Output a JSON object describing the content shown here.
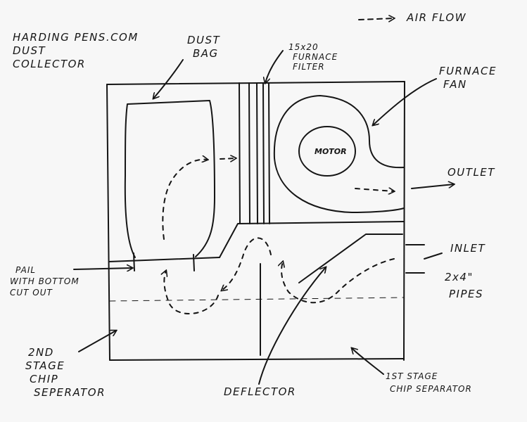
{
  "legend": {
    "label": "AIR FLOW"
  },
  "title": {
    "line1": "HARDING PENS.COM",
    "line2": "DUST",
    "line3": "COLLECTOR"
  },
  "labels": {
    "dust_bag_1": "DUST",
    "dust_bag_2": "BAG",
    "filter_1": "15x20",
    "filter_2": "FURNACE",
    "filter_3": "FILTER",
    "fan_1": "FURNACE",
    "fan_2": "FAN",
    "motor": "MOTOR",
    "outlet": "OUTLET",
    "inlet": "INLET",
    "pipes_1": "2x4\"",
    "pipes_2": "PIPES",
    "pail_1": "PAIL",
    "pail_2": "WITH BOTTOM",
    "pail_3": "CUT OUT",
    "second_stage_1": "2ND",
    "second_stage_2": "STAGE",
    "second_stage_3": "CHIP",
    "second_stage_4": "SEPERATOR",
    "deflector": "DEFLECTOR",
    "first_stage_1": "1ST STAGE",
    "first_stage_2": "CHIP SEPARATOR"
  },
  "colors": {
    "ink": "#151515",
    "paper": "#f7f7f7"
  }
}
